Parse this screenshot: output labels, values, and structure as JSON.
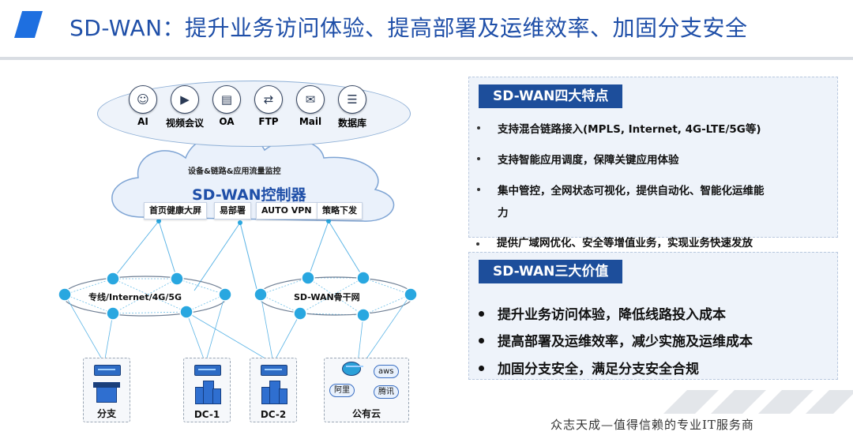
{
  "title": "SD-WAN：提升业务访问体验、提高部署及运维效率、加固分支安全",
  "apps": [
    {
      "label": "AI",
      "icon": "ai-brain-icon"
    },
    {
      "label": "视频会议",
      "icon": "video-icon"
    },
    {
      "label": "OA",
      "icon": "id-card-icon"
    },
    {
      "label": "FTP",
      "icon": "ftp-icon"
    },
    {
      "label": "Mail",
      "icon": "mail-icon"
    },
    {
      "label": "数据库",
      "icon": "database-icon"
    }
  ],
  "controller": {
    "monitor_label": "设备&链路&应用流量监控",
    "title": "SD-WAN控制器",
    "functions": [
      "首页健康大屏",
      "易部署",
      "AUTO VPN",
      "策略下发"
    ]
  },
  "networks": {
    "left": "专线/Internet/4G/5G",
    "right": "SD-WAN骨干网"
  },
  "sites": [
    {
      "label": "分支"
    },
    {
      "label": "DC-1"
    },
    {
      "label": "DC-2"
    },
    {
      "label": "公有云",
      "providers": [
        "aws",
        "阿里",
        "腾讯"
      ]
    }
  ],
  "features": {
    "heading": "SD-WAN四大特点",
    "items": [
      "支持混合链路接入(MPLS, Internet, 4G-LTE/5G等)",
      "支持智能应用调度，保障关键应用体验",
      "集中管控，全网状态可视化，提供自动化、智能化运维能",
      "力",
      "提供广域网优化、安全等增值业务，实现业务快速发放"
    ]
  },
  "values": {
    "heading": "SD-WAN三大价值",
    "items": [
      "提升业务访问体验，降低线路投入成本",
      "提高部署及运维效率，减少实施及运维成本",
      "加固分支安全，满足分支安全合规"
    ]
  },
  "footer": "众志天成—值得信赖的专业IT服务商",
  "colors": {
    "accent": "#1d4e9b",
    "title": "#1f4fa8",
    "node": "#29a7e0"
  }
}
